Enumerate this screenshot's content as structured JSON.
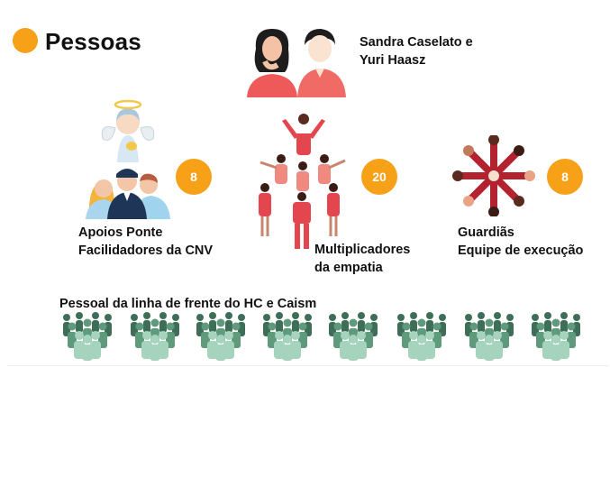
{
  "header": {
    "title": "Pessoas",
    "accent_color": "#f6a117"
  },
  "leaders": {
    "line1": "Sandra Caselato e",
    "line2": "Yuri Haasz",
    "icon": "two-people-portrait"
  },
  "groups": [
    {
      "line1": "Apoios Ponte",
      "line2": "Facilidadores da CNV",
      "count": "8",
      "icon": "angel-and-team-icon"
    },
    {
      "line1": "Multiplicadores",
      "line2": "da empatia",
      "count": "20",
      "icon": "human-pyramid-icon"
    },
    {
      "line1": "Guardiãs",
      "line2": "Equipe de execução",
      "count": "8",
      "icon": "hands-circle-icon"
    }
  ],
  "frontline": {
    "label": "Pessoal da linha de frente do HC e Caism",
    "crowd_icon": "crowd-icon",
    "crowd_count": 8
  }
}
